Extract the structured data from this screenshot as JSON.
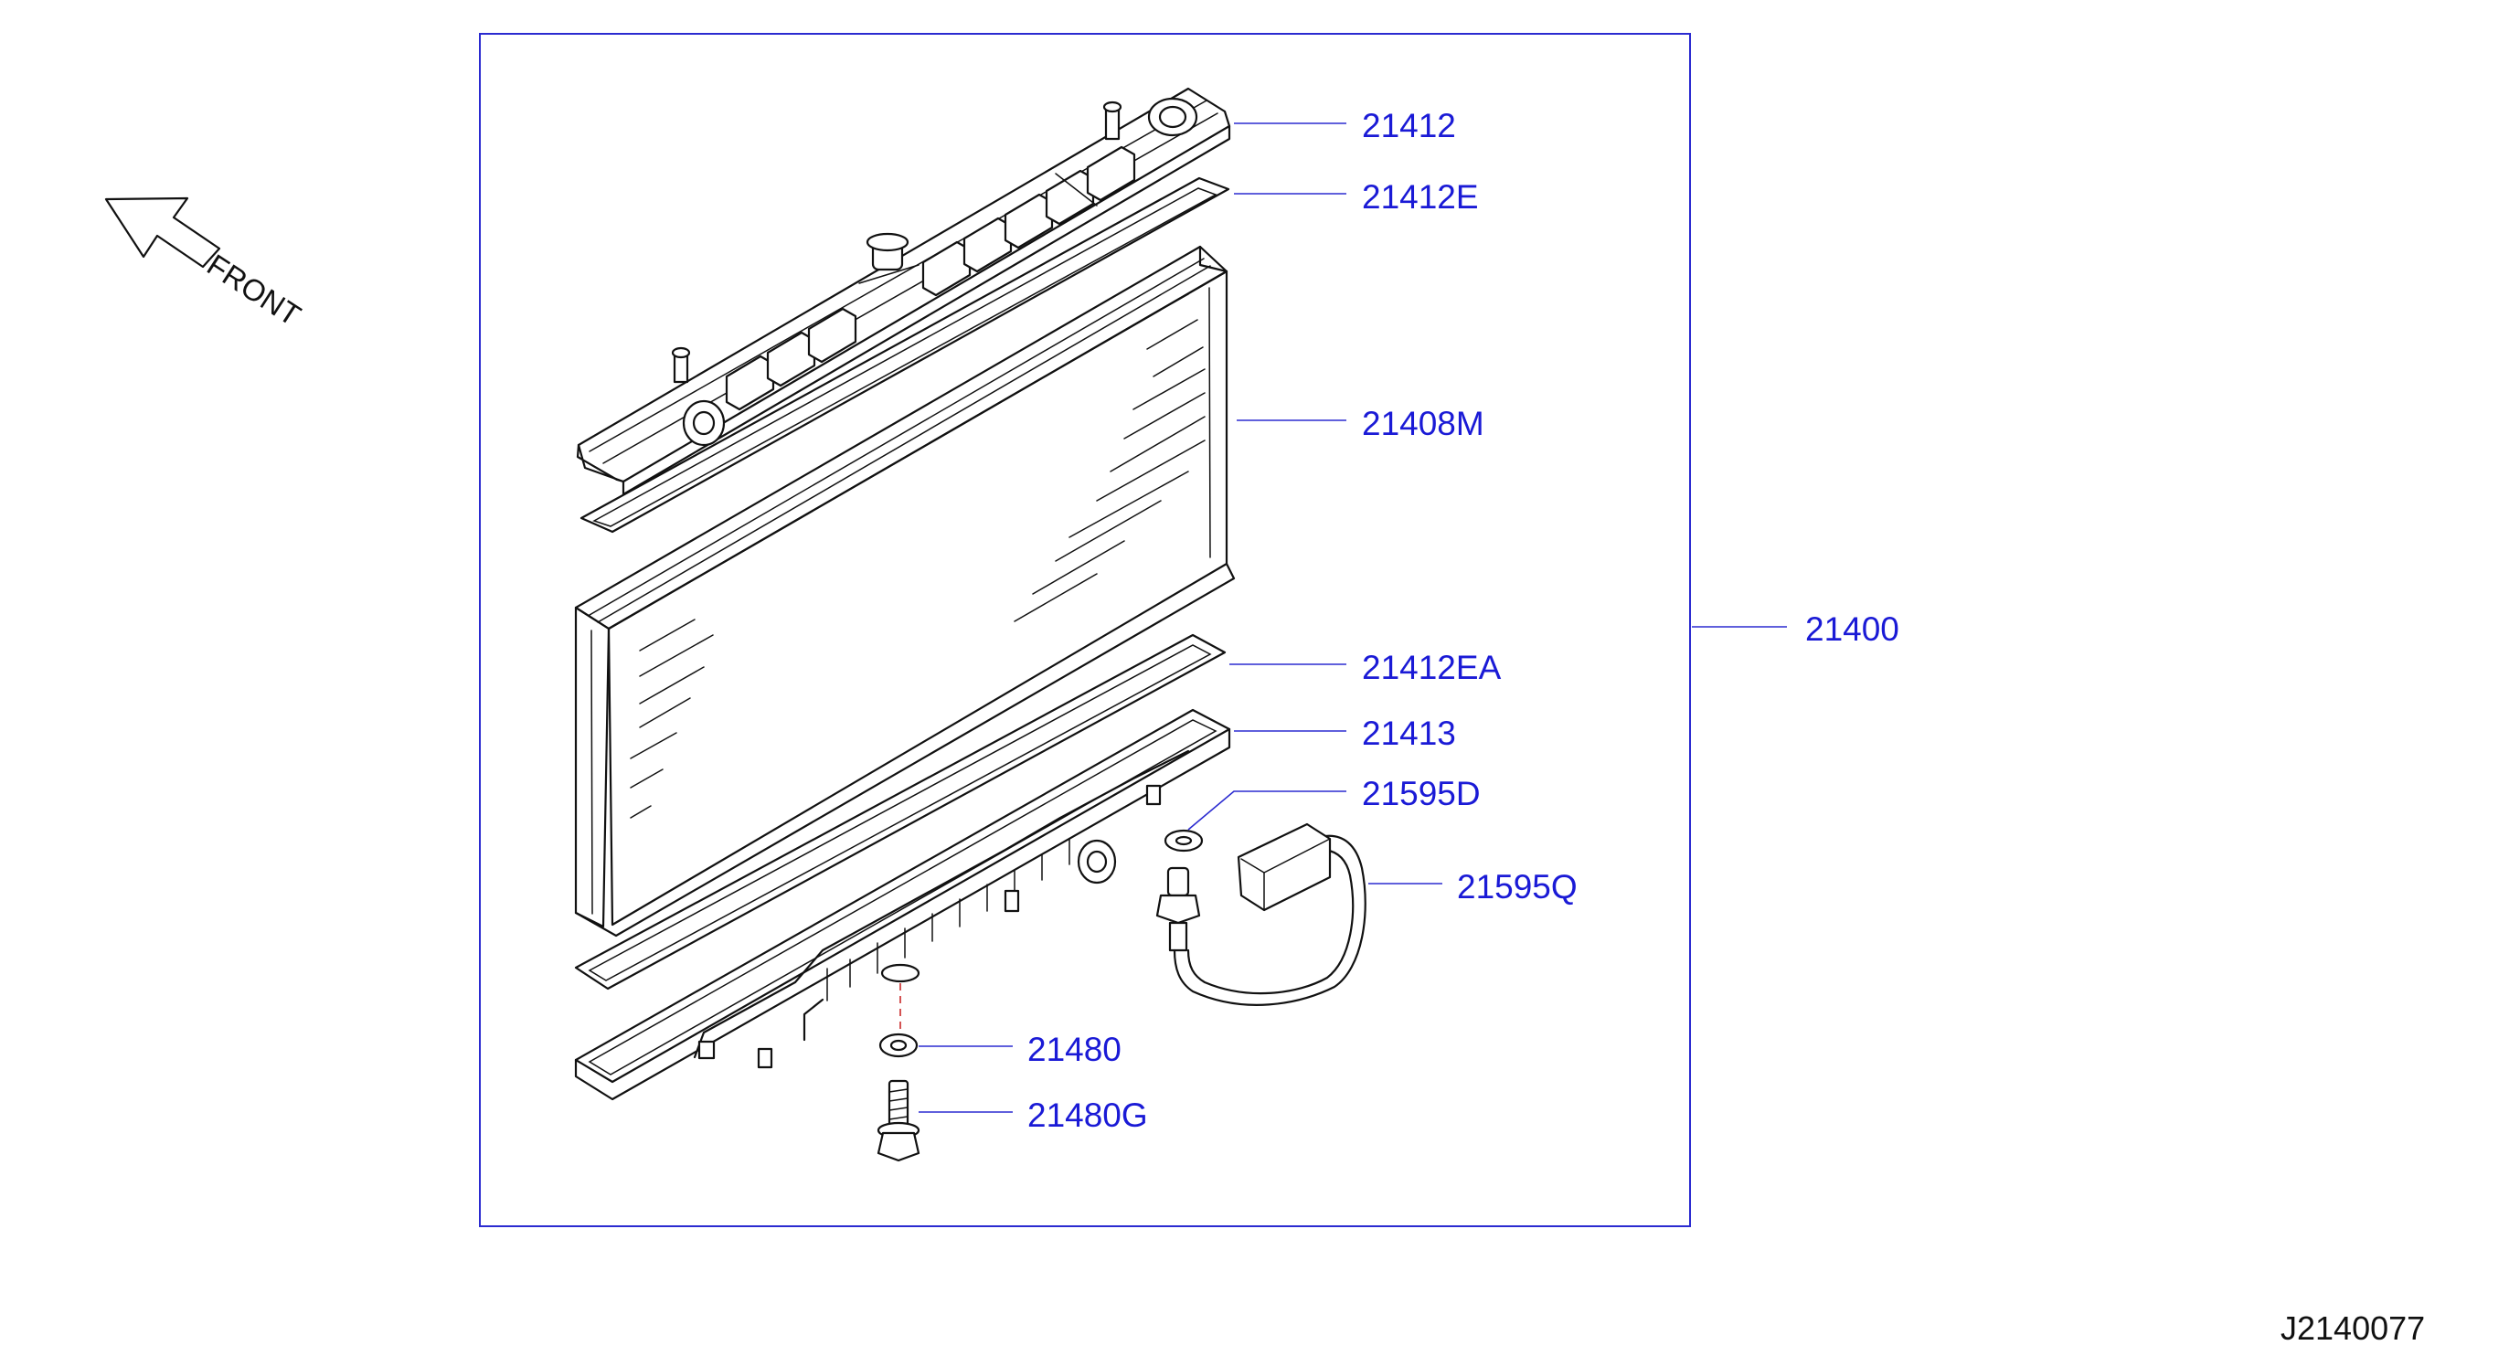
{
  "diagram_code": "J2140077",
  "direction_label": "FRONT",
  "parts": {
    "p21412": "21412",
    "p21412E": "21412E",
    "p21408M": "21408M",
    "p21400": "21400",
    "p21412EA": "21412EA",
    "p21413": "21413",
    "p21595D": "21595D",
    "p21595Q": "21595Q",
    "p21480": "21480",
    "p21480G": "21480G"
  },
  "colors": {
    "label": "#1a1ad6",
    "leader": "#2b2bd0",
    "linework": "#111111",
    "drain_marker": "#d04040"
  },
  "icons": [
    "front-arrow-icon"
  ]
}
